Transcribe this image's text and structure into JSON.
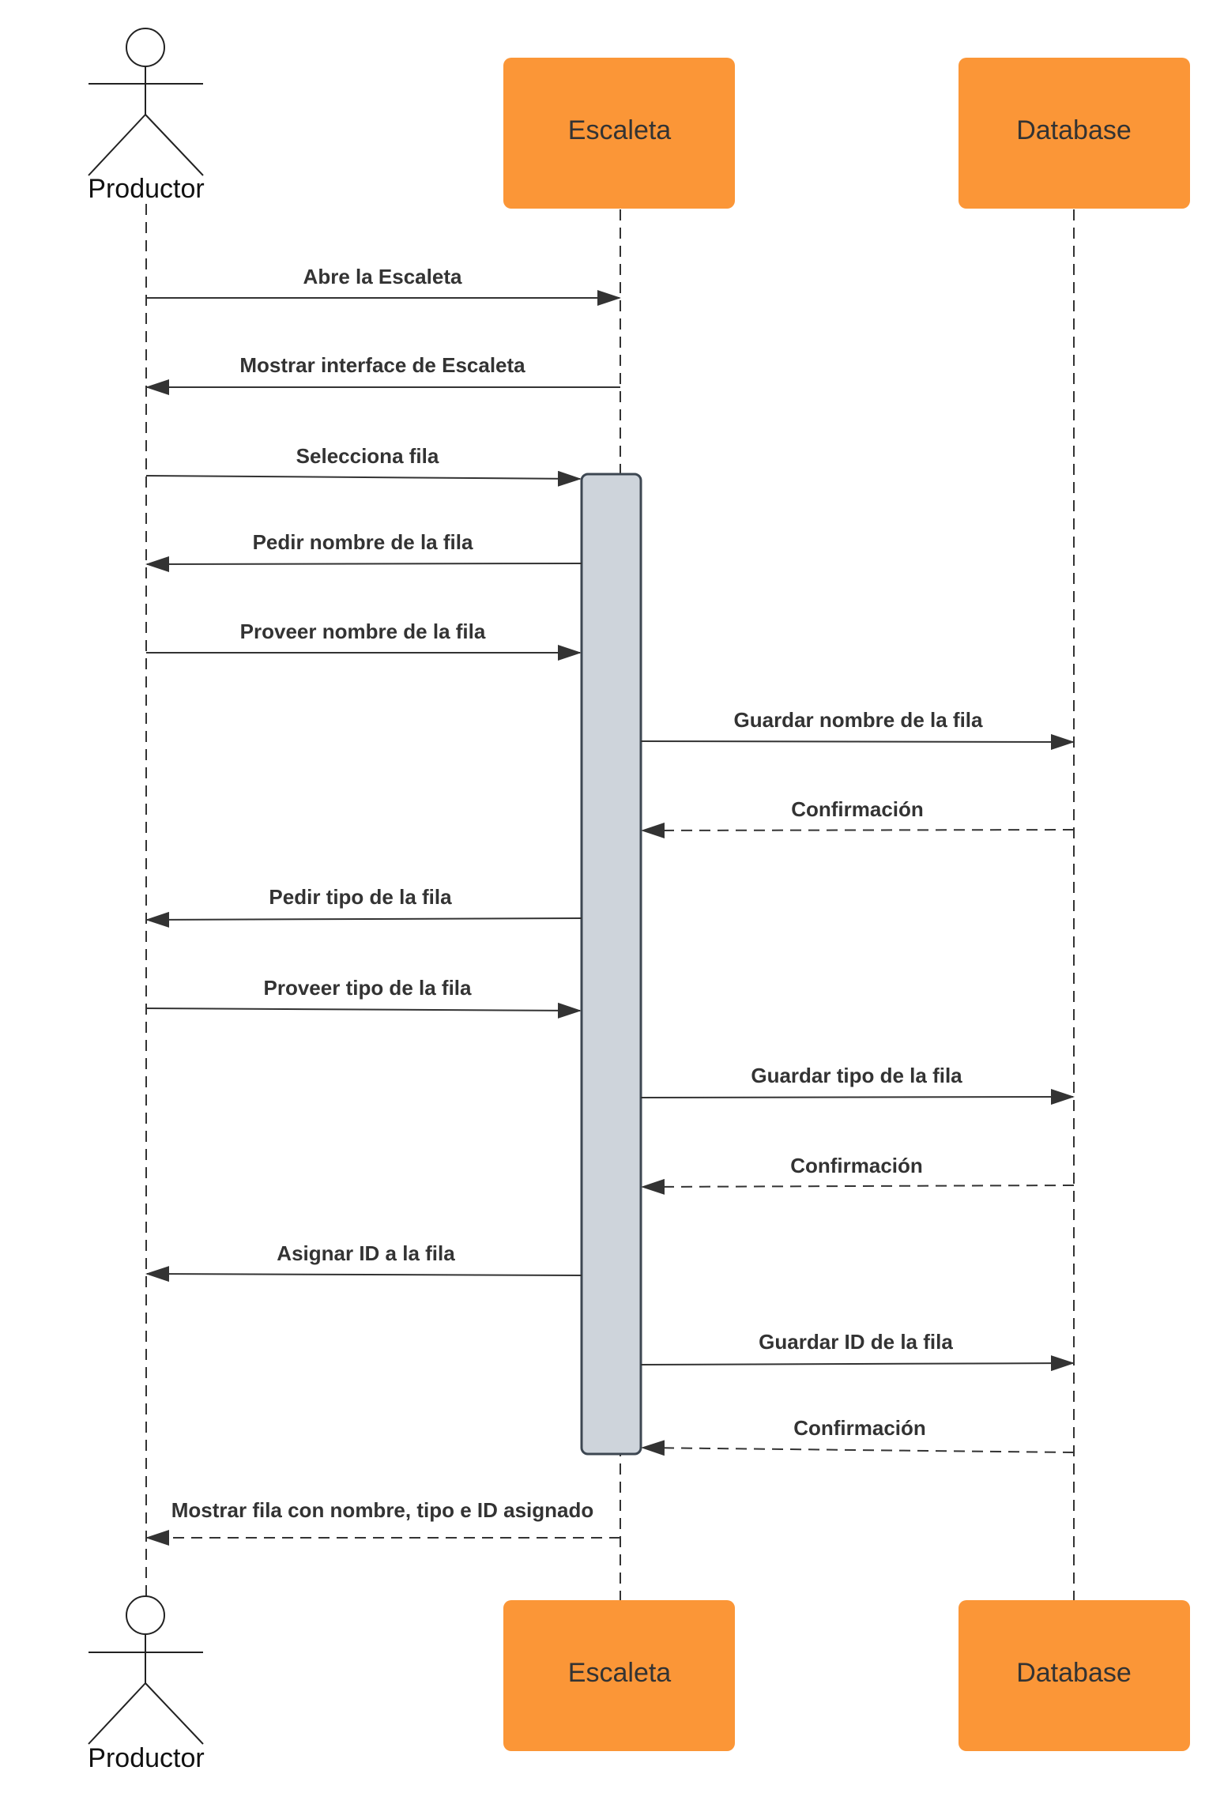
{
  "colors": {
    "participant_fill": "#fb9637",
    "activation_fill": "#ced4db",
    "activation_stroke": "#3d4752",
    "line": "#333333"
  },
  "participants": {
    "actor": {
      "label": "Productor",
      "icon": "stick-figure-actor-icon"
    },
    "system": {
      "label": "Escaleta"
    },
    "database": {
      "label": "Database"
    }
  },
  "messages": [
    {
      "label": "Abre la Escaleta",
      "from": "actor",
      "to": "system",
      "style": "solid"
    },
    {
      "label": "Mostrar interface de Escaleta",
      "from": "system",
      "to": "actor",
      "style": "solid"
    },
    {
      "label": "Selecciona fila",
      "from": "actor",
      "to": "system",
      "style": "solid"
    },
    {
      "label": "Pedir nombre de la fila",
      "from": "system",
      "to": "actor",
      "style": "solid"
    },
    {
      "label": "Proveer nombre de la fila",
      "from": "actor",
      "to": "system",
      "style": "solid"
    },
    {
      "label": "Guardar nombre de la fila",
      "from": "system",
      "to": "database",
      "style": "solid"
    },
    {
      "label": "Confirmación",
      "from": "database",
      "to": "system",
      "style": "dashed"
    },
    {
      "label": "Pedir tipo de la fila",
      "from": "system",
      "to": "actor",
      "style": "solid"
    },
    {
      "label": "Proveer tipo de la fila",
      "from": "actor",
      "to": "system",
      "style": "solid"
    },
    {
      "label": "Guardar tipo de la fila",
      "from": "system",
      "to": "database",
      "style": "solid"
    },
    {
      "label": "Confirmación",
      "from": "database",
      "to": "system",
      "style": "dashed"
    },
    {
      "label": "Asignar ID a la fila",
      "from": "system",
      "to": "actor",
      "style": "solid"
    },
    {
      "label": "Guardar ID de la fila",
      "from": "system",
      "to": "database",
      "style": "solid"
    },
    {
      "label": "Confirmación",
      "from": "database",
      "to": "system",
      "style": "dashed"
    },
    {
      "label": "Mostrar fila con nombre, tipo e ID asignado",
      "from": "system",
      "to": "actor",
      "style": "dashed"
    }
  ]
}
